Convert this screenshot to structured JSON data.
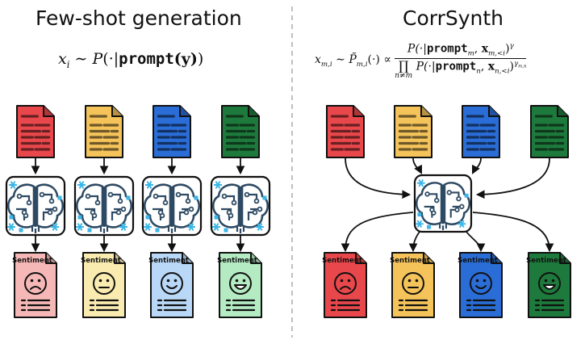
{
  "left_panel": {
    "title": "Few-shot generation",
    "formula": {
      "lhs": "x",
      "lhs_sub": "i",
      "relation": "∼",
      "func": "P",
      "open": "(·|",
      "prompt": "prompt",
      "arg": "(y)",
      "close": ")"
    },
    "doc_colors": [
      "#e8474b",
      "#f4c35a",
      "#2a6dd6",
      "#1e7a3c"
    ],
    "output_colors": [
      "#f6b8b6",
      "#faecb0",
      "#b9d8f7",
      "#b4ebc3"
    ],
    "output_faces": [
      "sad",
      "neutral",
      "happy",
      "grin"
    ],
    "sentiment_label": "Sentiment"
  },
  "right_panel": {
    "title": "CorrSynth",
    "formula": {
      "lhs": "x",
      "lhs_sub": "m,i",
      "relation": "∼",
      "ptilde": "P̃",
      "ptilde_sub": "m,i",
      "arg": "(·)",
      "prop": "∝",
      "num_func": "P(·|",
      "num_prompt": "prompt",
      "num_prompt_sub": "m",
      "num_x": "x",
      "num_x_sub": "m,<i",
      "num_close": ")",
      "num_sup": "γ",
      "prod_symbol": "∏",
      "prod_limit": "n≠m",
      "den_func": "P(·|",
      "den_prompt": "prompt",
      "den_prompt_sub": "n",
      "den_x": "x",
      "den_x_sub": "n,<i",
      "den_close": ")",
      "den_sup": "γ",
      "den_sup_sub": "m,n"
    },
    "doc_colors": [
      "#e8474b",
      "#f4c35a",
      "#2a6dd6",
      "#1e7a3c"
    ],
    "output_colors": [
      "#e8474b",
      "#f4c35a",
      "#2a6dd6",
      "#1e7a3c"
    ],
    "output_faces": [
      "sad",
      "neutral",
      "happy",
      "grin"
    ],
    "sentiment_label": "Sentiment"
  }
}
